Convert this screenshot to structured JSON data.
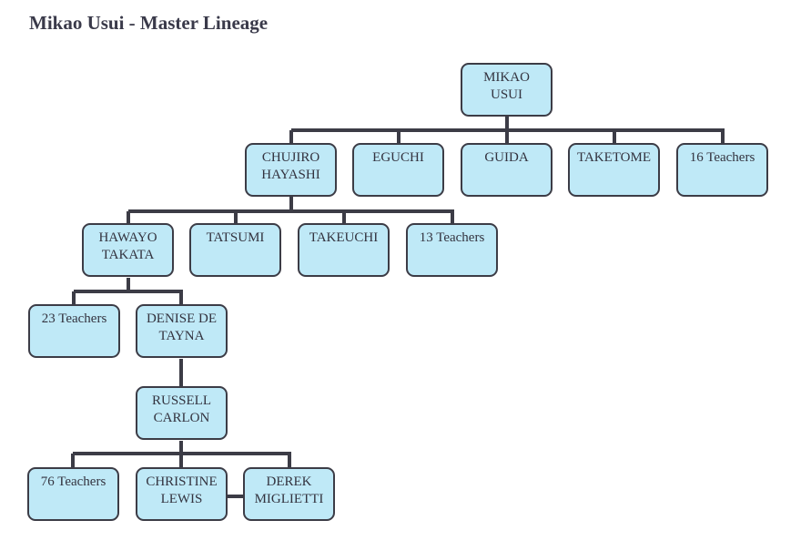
{
  "title": "Mikao Usui - Master Lineage",
  "colors": {
    "node_fill": "#bfe9f7",
    "node_border": "#3c3c46",
    "text": "#33333f"
  },
  "nodes": {
    "mikao_usui": [
      "MIKAO",
      "USUI"
    ],
    "chujiro_hayashi": [
      "CHUJIRO",
      "HAYASHI"
    ],
    "eguchi": [
      "EGUCHI"
    ],
    "guida": [
      "GUIDA"
    ],
    "taketome": [
      "TAKETOME"
    ],
    "usui_teachers": [
      "16 Teachers"
    ],
    "hawayo_takata": [
      "HAWAYO",
      "TAKATA"
    ],
    "tatsumi": [
      "TATSUMI"
    ],
    "takeuchi": [
      "TAKEUCHI"
    ],
    "hayashi_teachers": [
      "13 Teachers"
    ],
    "takata_teachers": [
      "23 Teachers"
    ],
    "denise_de_tayna": [
      "DENISE DE",
      "TAYNA"
    ],
    "russell_carlon": [
      "RUSSELL",
      "CARLON"
    ],
    "carlon_teachers": [
      "76 Teachers"
    ],
    "christine_lewis": [
      "CHRISTINE",
      "LEWIS"
    ],
    "derek_miglietti": [
      "DEREK",
      "MIGLIETTI"
    ]
  },
  "edges": [
    [
      "mikao_usui",
      "chujiro_hayashi"
    ],
    [
      "mikao_usui",
      "eguchi"
    ],
    [
      "mikao_usui",
      "guida"
    ],
    [
      "mikao_usui",
      "taketome"
    ],
    [
      "mikao_usui",
      "usui_teachers"
    ],
    [
      "chujiro_hayashi",
      "hawayo_takata"
    ],
    [
      "chujiro_hayashi",
      "tatsumi"
    ],
    [
      "chujiro_hayashi",
      "takeuchi"
    ],
    [
      "chujiro_hayashi",
      "hayashi_teachers"
    ],
    [
      "hawayo_takata",
      "takata_teachers"
    ],
    [
      "hawayo_takata",
      "denise_de_tayna"
    ],
    [
      "denise_de_tayna",
      "russell_carlon"
    ],
    [
      "russell_carlon",
      "carlon_teachers"
    ],
    [
      "russell_carlon",
      "christine_lewis"
    ],
    [
      "russell_carlon",
      "derek_miglietti"
    ],
    [
      "christine_lewis",
      "derek_miglietti"
    ]
  ]
}
